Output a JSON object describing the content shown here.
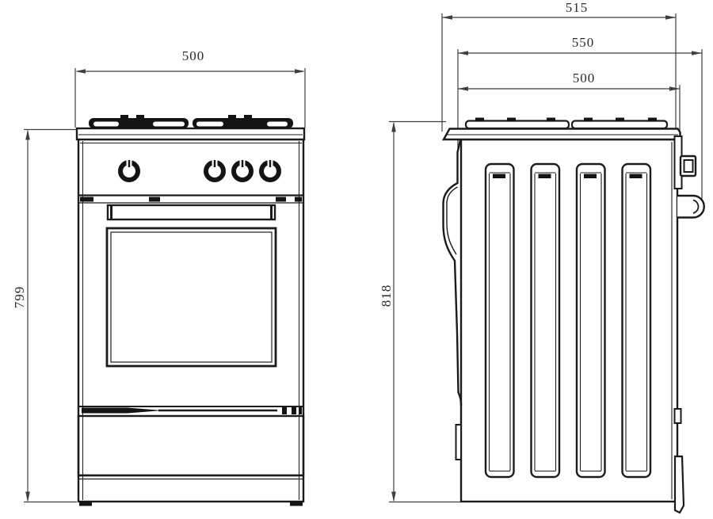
{
  "colors": {
    "line": "#1b1b1b",
    "dimension_line": "#3f3f3f",
    "text": "#2a2a2a",
    "background": "#ffffff"
  },
  "drawing": {
    "front_view": {
      "width": "500",
      "height": "799"
    },
    "side_view": {
      "depth_overall": "515",
      "depth_max": "550",
      "depth_body": "500",
      "height": "818"
    }
  }
}
